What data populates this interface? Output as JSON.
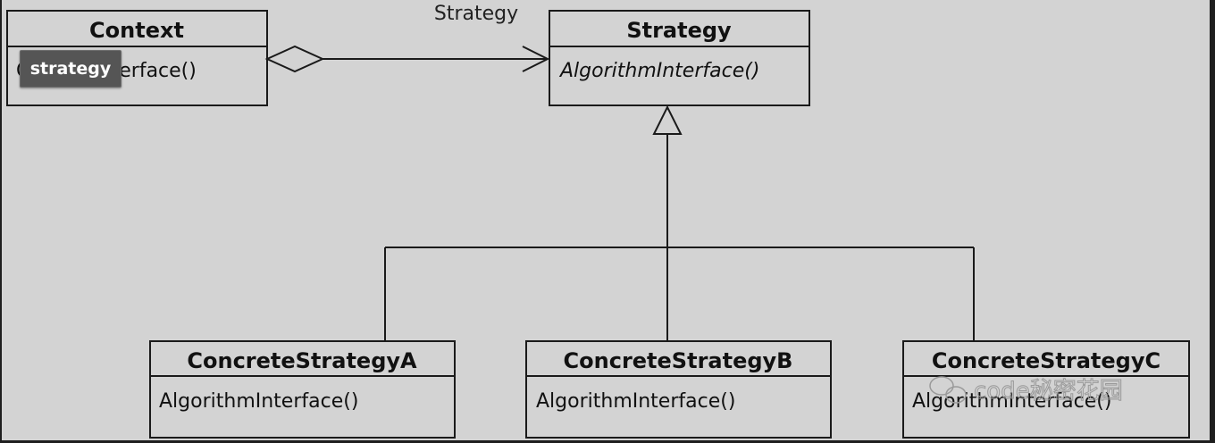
{
  "diagram": {
    "role_label": "Strategy",
    "context": {
      "name": "Context",
      "operation": "ContextInterface()"
    },
    "strategy": {
      "name": "Strategy",
      "operation": "AlgorithmInterface()"
    },
    "concrete_a": {
      "name": "ConcreteStrategyA",
      "operation": "AlgorithmInterface()"
    },
    "concrete_b": {
      "name": "ConcreteStrategyB",
      "operation": "AlgorithmInterface()"
    },
    "concrete_c": {
      "name": "ConcreteStrategyC",
      "operation": "AlgorithmInterface()"
    }
  },
  "tooltip": {
    "text": "strategy"
  },
  "watermark": {
    "text": "code秘密花园",
    "icon": "wechat-icon"
  }
}
